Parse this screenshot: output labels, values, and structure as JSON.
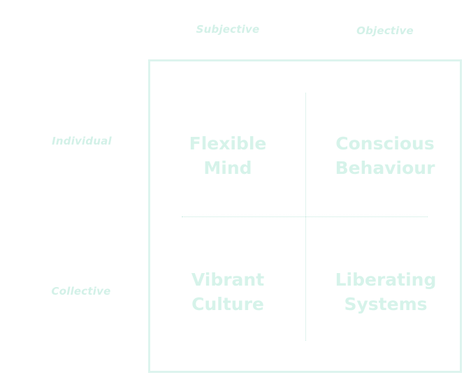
{
  "columns": {
    "left": "Subjective",
    "right": "Objective"
  },
  "rows": {
    "top": "Individual",
    "bottom": "Collective"
  },
  "quadrants": {
    "top_left": {
      "line1": "Flexible",
      "line2": "Mind"
    },
    "top_right": {
      "line1": "Conscious",
      "line2": "Behaviour"
    },
    "bottom_left": {
      "line1": "Vibrant",
      "line2": "Culture"
    },
    "bottom_right": {
      "line1": "Liberating",
      "line2": "Systems"
    }
  },
  "colors": {
    "text": "#d6f3ea",
    "frame": "#ddf4ee",
    "divider": "#bfe7dc"
  }
}
